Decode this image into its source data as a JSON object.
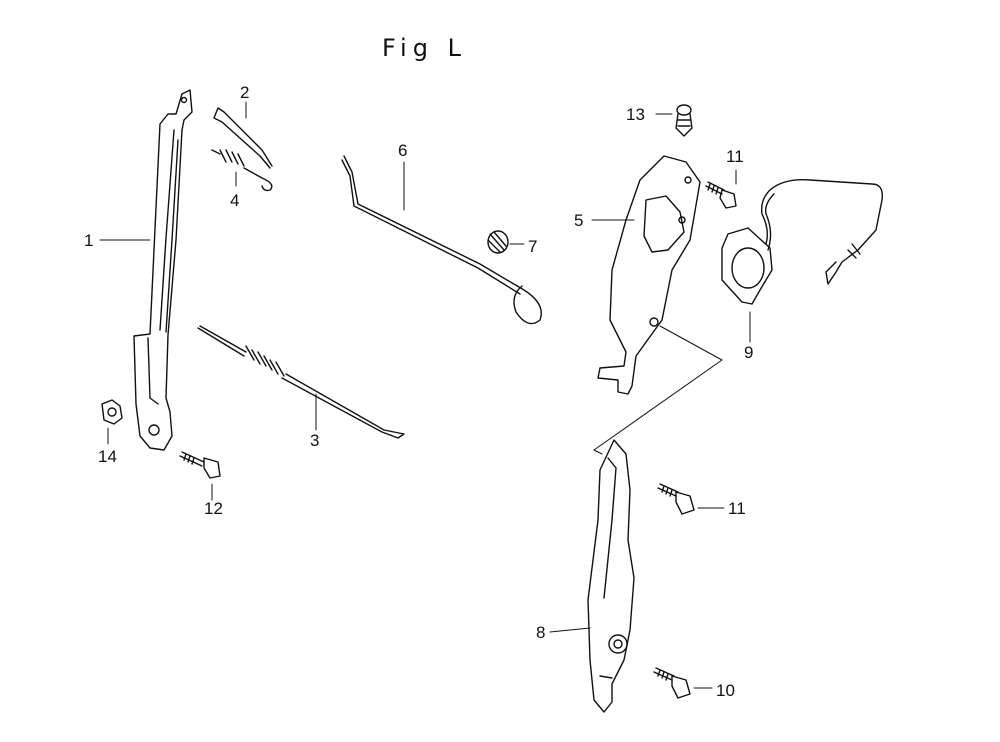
{
  "figure": {
    "title": "Fig L"
  },
  "colors": {
    "ink": "#111111",
    "paper": "#ffffff"
  },
  "parts": [
    {
      "callout": "1"
    },
    {
      "callout": "2"
    },
    {
      "callout": "3"
    },
    {
      "callout": "4"
    },
    {
      "callout": "5"
    },
    {
      "callout": "6"
    },
    {
      "callout": "7"
    },
    {
      "callout": "8"
    },
    {
      "callout": "9"
    },
    {
      "callout": "10"
    },
    {
      "callout": "11"
    },
    {
      "callout": "11"
    },
    {
      "callout": "12"
    },
    {
      "callout": "13"
    },
    {
      "callout": "14"
    }
  ]
}
